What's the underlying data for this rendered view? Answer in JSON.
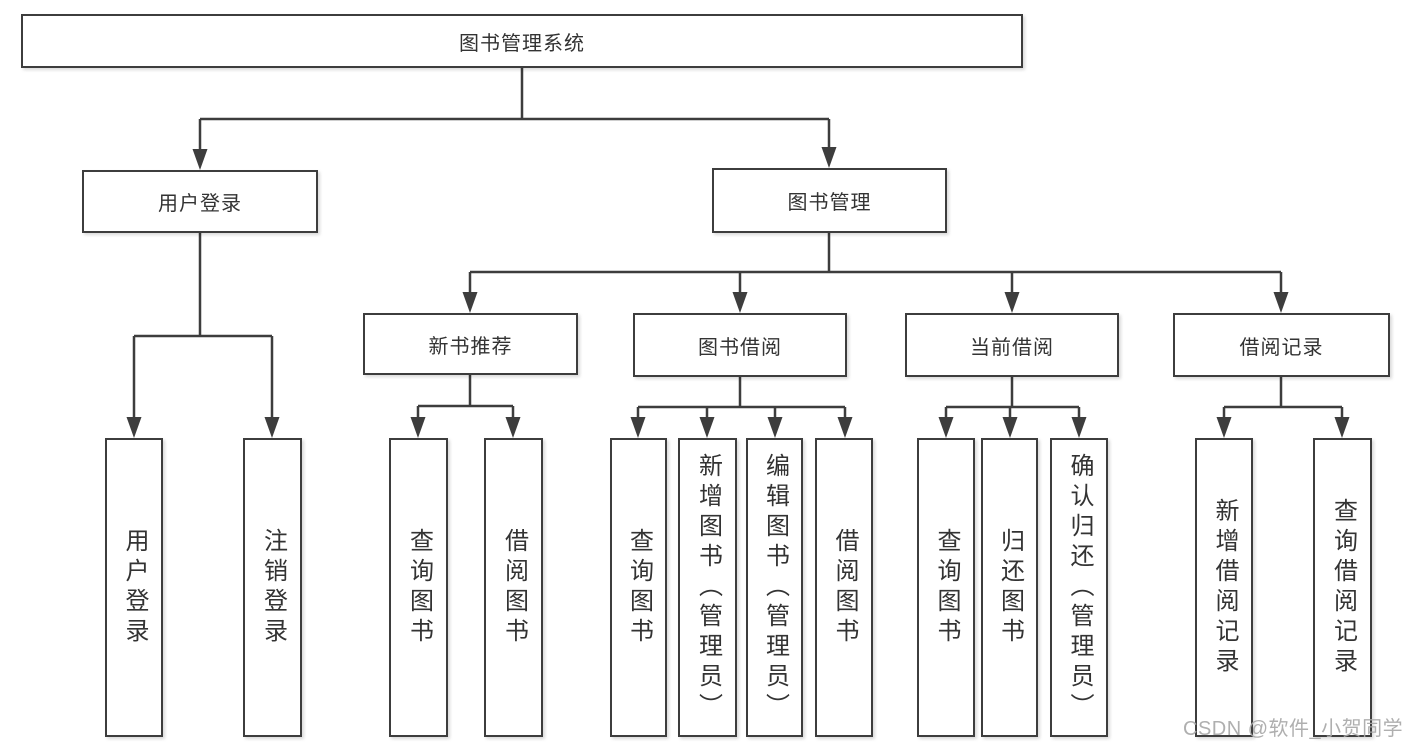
{
  "tree": {
    "root": {
      "label": "图书管理系统",
      "children": [
        {
          "label": "用户登录",
          "children": [
            {
              "label": "用户登录"
            },
            {
              "label": "注销登录"
            }
          ]
        },
        {
          "label": "图书管理",
          "children": [
            {
              "label": "新书推荐",
              "children": [
                {
                  "label": "查询图书"
                },
                {
                  "label": "借阅图书"
                }
              ]
            },
            {
              "label": "图书借阅",
              "children": [
                {
                  "label": "查询图书"
                },
                {
                  "label": "新增图书（管理员）"
                },
                {
                  "label": "编辑图书（管理员）"
                },
                {
                  "label": "借阅图书"
                }
              ]
            },
            {
              "label": "当前借阅",
              "children": [
                {
                  "label": "查询图书"
                },
                {
                  "label": "归还图书"
                },
                {
                  "label": "确认归还（管理员）"
                }
              ]
            },
            {
              "label": "借阅记录",
              "children": [
                {
                  "label": "新增借阅记录"
                },
                {
                  "label": "查询借阅记录"
                }
              ]
            }
          ]
        }
      ]
    }
  },
  "watermark": {
    "text": "CSDN @软件_小贺同学"
  },
  "colors": {
    "line": "#3d3d3d",
    "box_border": "#3d3d3d",
    "text": "#333333",
    "background": "#ffffff",
    "watermark": "#a8a8a8"
  }
}
